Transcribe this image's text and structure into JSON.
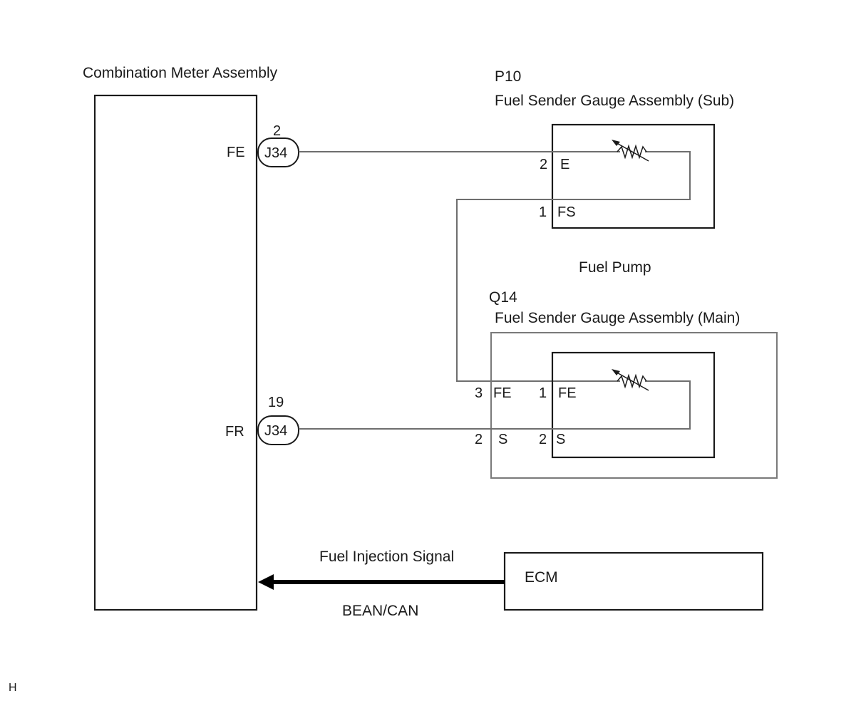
{
  "diagram": {
    "combination_meter": {
      "title": "Combination Meter Assembly",
      "terminals": [
        {
          "name": "FE",
          "connector": "J34",
          "pin": "2"
        },
        {
          "name": "FR",
          "connector": "J34",
          "pin": "19"
        }
      ]
    },
    "sub_gauge": {
      "code": "P10",
      "title": "Fuel Sender Gauge Assembly (Sub)",
      "terminals": [
        {
          "pin": "2",
          "name": "E"
        },
        {
          "pin": "1",
          "name": "FS"
        }
      ]
    },
    "fuel_pump_label": "Fuel Pump",
    "main_gauge": {
      "code": "Q14",
      "title": "Fuel Sender Gauge Assembly (Main)",
      "outer_terminals": [
        {
          "pin": "3",
          "name": "FE"
        },
        {
          "pin": "2",
          "name": "S"
        }
      ],
      "inner_terminals": [
        {
          "pin": "1",
          "name": "FE"
        },
        {
          "pin": "2",
          "name": "S"
        }
      ]
    },
    "ecm": {
      "label": "ECM",
      "signal_label": "Fuel Injection Signal",
      "bus_label": "BEAN/CAN"
    },
    "corner_mark": "H",
    "icons": {
      "variable_resistor": "variable-resistor-icon",
      "signal_arrow": "arrow-left-icon"
    }
  }
}
